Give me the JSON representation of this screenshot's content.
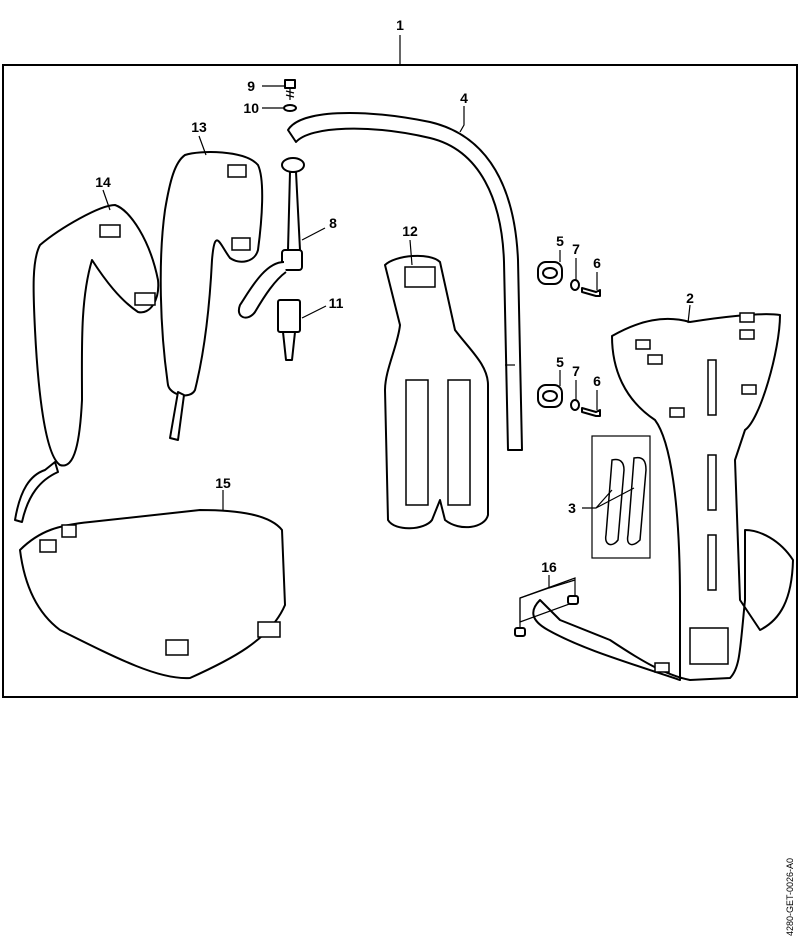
{
  "callouts": {
    "c1": "1",
    "c2": "2",
    "c3": "3",
    "c4": "4",
    "c5a": "5",
    "c5b": "5",
    "c6a": "6",
    "c6b": "6",
    "c7a": "7",
    "c7b": "7",
    "c8": "8",
    "c9": "9",
    "c10": "10",
    "c11": "11",
    "c12": "12",
    "c13": "13",
    "c14": "14",
    "c15": "15",
    "c16": "16"
  },
  "drawing_code": "4280-GET-0026-A0"
}
